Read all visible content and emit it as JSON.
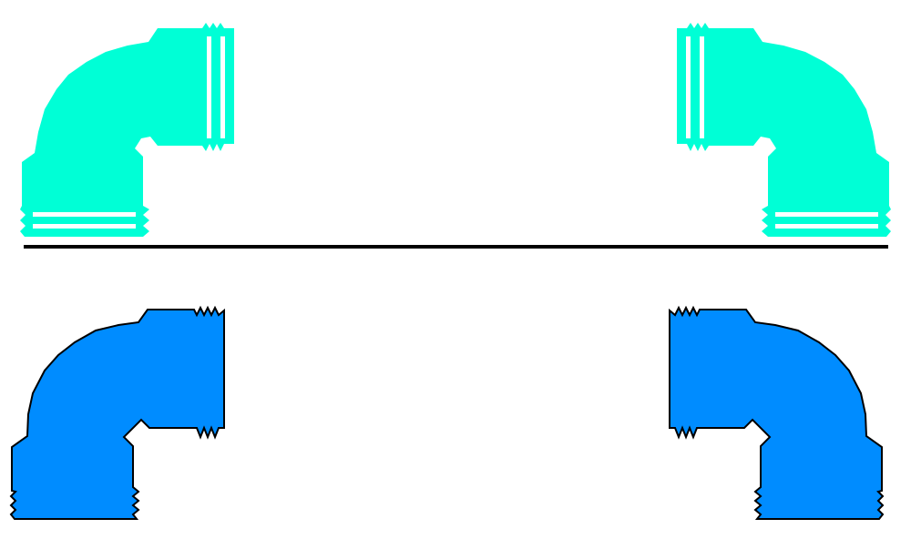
{
  "colors": {
    "top_fill": "#00FFD6",
    "bottom_fill": "#008CFF",
    "outline": "#000000",
    "divider": "#000000"
  },
  "figure": {
    "top_row": [
      "elbow-fitting-left",
      "elbow-fitting-right"
    ],
    "bottom_row": [
      "elbow-fitting-left",
      "elbow-fitting-right"
    ]
  }
}
